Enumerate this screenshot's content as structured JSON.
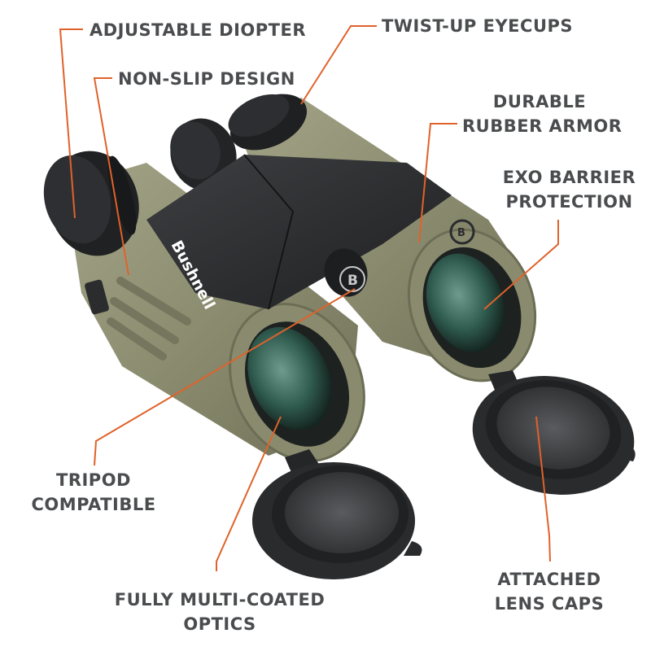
{
  "product": {
    "brand_mark": "Bushnell",
    "knob_logo": "B",
    "body_color": "#8e8f72",
    "armor_color": "#2b2c2e",
    "leader_color": "#e0622a",
    "text_color": "#4a4c4e"
  },
  "callouts": [
    {
      "id": "adjustable-diopter",
      "lines": [
        "ADJUSTABLE DIOPTER"
      ]
    },
    {
      "id": "non-slip-design",
      "lines": [
        "NON-SLIP DESIGN"
      ]
    },
    {
      "id": "twist-up-eyecups",
      "lines": [
        "TWIST-UP EYECUPS"
      ]
    },
    {
      "id": "durable-rubber-armor",
      "lines": [
        "DURABLE",
        "RUBBER ARMOR"
      ]
    },
    {
      "id": "exo-barrier-protection",
      "lines": [
        "EXO BARRIER",
        "PROTECTION"
      ]
    },
    {
      "id": "tripod-compatible",
      "lines": [
        "TRIPOD",
        "COMPATIBLE"
      ]
    },
    {
      "id": "fully-multi-coated-optics",
      "lines": [
        "FULLY MULTI-COATED",
        "OPTICS"
      ]
    },
    {
      "id": "attached-lens-caps",
      "lines": [
        "ATTACHED",
        "LENS CAPS"
      ]
    }
  ]
}
